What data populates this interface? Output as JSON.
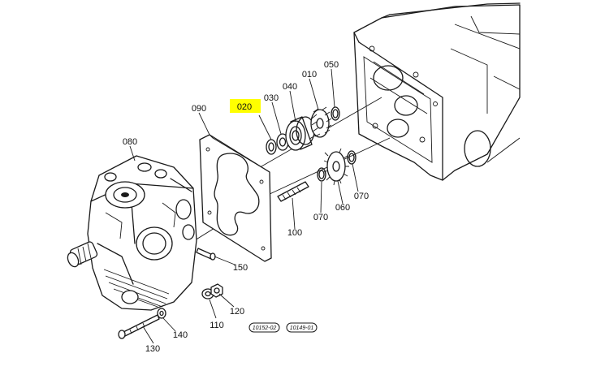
{
  "highlight_color": "#ffff00",
  "callouts": {
    "p020": "020",
    "p030": "030",
    "p040": "040",
    "p010": "010",
    "p050": "050",
    "p060": "060",
    "p070a": "070",
    "p070b": "070",
    "p080": "080",
    "p090": "090",
    "p100": "100",
    "p110": "110",
    "p120": "120",
    "p130": "130",
    "p140": "140",
    "p150": "150"
  },
  "references": {
    "left": "10152-02",
    "right": "10149-01"
  }
}
